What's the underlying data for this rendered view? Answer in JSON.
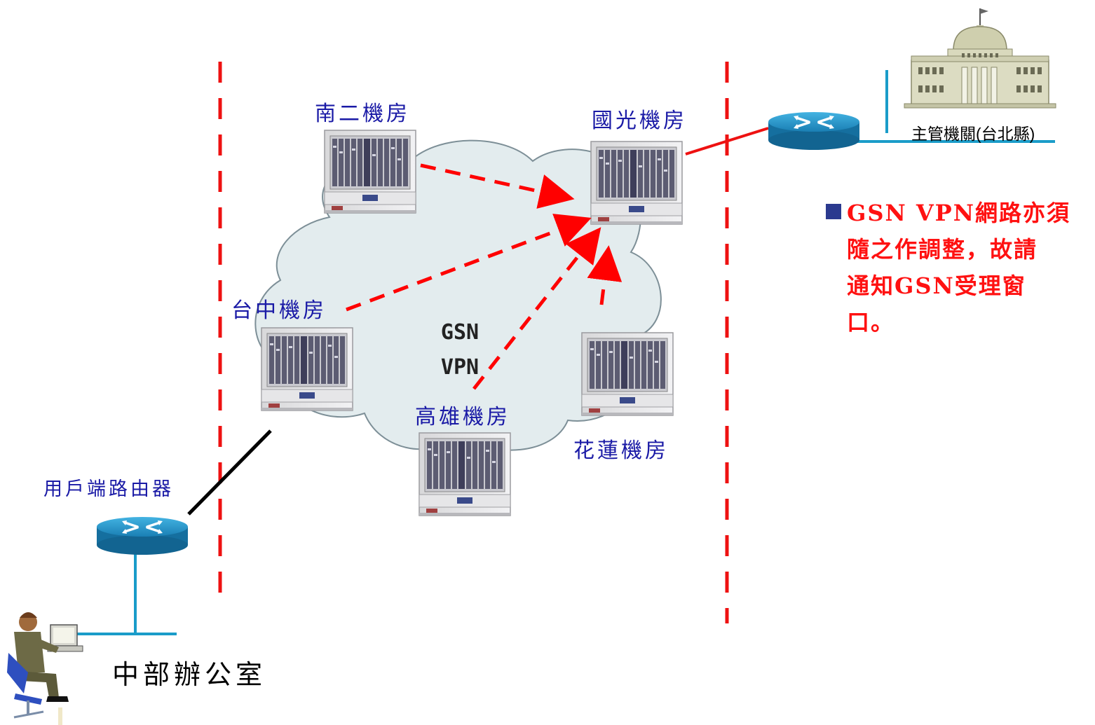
{
  "nodes": {
    "nan2": "南二機房",
    "guoguang": "國光機房",
    "taichung": "台中機房",
    "kaohsiung": "高雄機房",
    "hualien": "花蓮機房",
    "user_router": "用戶端路由器"
  },
  "cloud_label": [
    "GSN",
    "VPN"
  ],
  "agency_label": "主管機關(台北縣)",
  "office_label": "中部辦公室",
  "note": {
    "line1": "GSN VPN網路亦須",
    "line2": "隨之作調整，故請",
    "line3": "通知GSN受理窗",
    "line4": "口。"
  },
  "colors": {
    "dashed_boundary": "#ee1111",
    "arrow": "#ff0000",
    "cloud_fill": "#e3ecee",
    "router_blue": "#1c8fc4",
    "lan_line": "#1a9cc9",
    "label_text": "#1a1aa6",
    "note_text": "#ff1111",
    "bullet": "#2b3a8f"
  }
}
